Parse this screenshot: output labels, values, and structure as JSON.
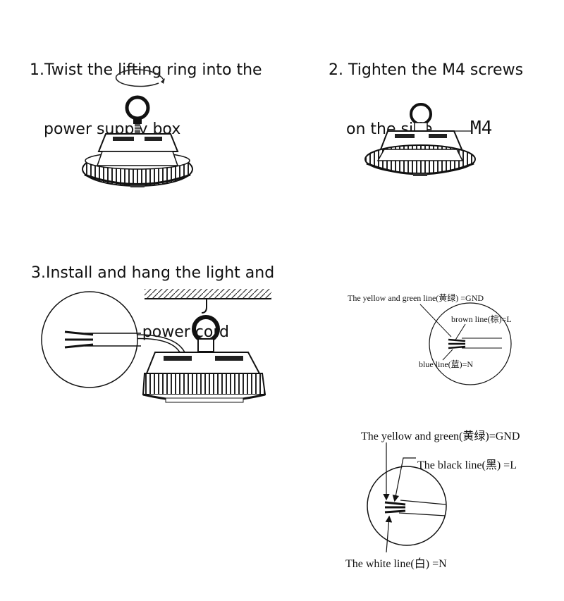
{
  "steps": [
    {
      "title_line1": "1.Twist the lifting ring into the",
      "title_line2": "power supply box"
    },
    {
      "title_line1": "2. Tighten the M4 screws",
      "title_line2": "on the side",
      "callout": "M4"
    },
    {
      "title_line1": "3.Install and hang the light and",
      "title_line2": "connect the power cord"
    }
  ],
  "wiring_a": {
    "yellow_green": "The yellow and green line(黄绿) =GND",
    "brown": "brown line(棕)=L",
    "blue": "blue line(蓝)=N"
  },
  "wiring_b": {
    "yellow_green": "The yellow and green(黄绿)=GND",
    "black": "The black line(黑) =L",
    "white": "The white line(白) =N"
  }
}
